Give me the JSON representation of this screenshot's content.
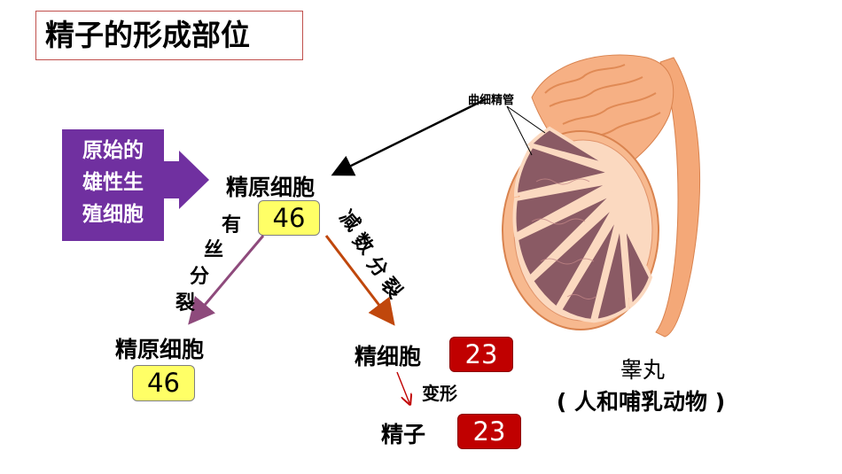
{
  "title": "精子的形成部位",
  "origin": "原始的\n雄性生\n殖细胞",
  "top_cell": {
    "label": "精原细胞",
    "value": "46"
  },
  "mitosis_chars": [
    "有",
    "丝",
    "分",
    "裂"
  ],
  "meiosis_chars": [
    "减",
    "数",
    "分",
    "裂"
  ],
  "left_cell": {
    "label": "精原细胞",
    "value": "46"
  },
  "right_cell": {
    "label": "精细胞",
    "value": "23"
  },
  "transform_label": "变形",
  "sperm": {
    "label": "精子",
    "value": "23"
  },
  "tubule_label": "曲细精管",
  "organ_caption": {
    "name": "睾丸",
    "note": "( 人和哺乳动物 )"
  },
  "colors": {
    "purple": "#7030a0",
    "yellow": "#ffff66",
    "red": "#c00000",
    "mitosis_arrow": "#8e4a7c",
    "meiosis_arrow": "#c0470c",
    "testis": "#f0a070"
  }
}
